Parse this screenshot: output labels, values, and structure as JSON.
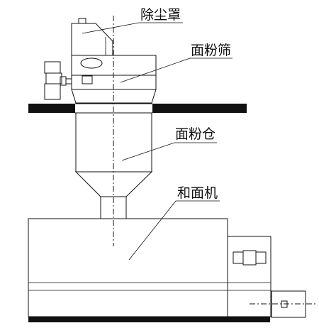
{
  "labels": {
    "dust_hood": "除尘罩",
    "flour_sieve": "面粉筛",
    "flour_bin": "面粉仓",
    "dough_mixer": "和面机"
  },
  "colors": {
    "line": "#111111",
    "fill": "#111111",
    "background": "#ffffff"
  }
}
